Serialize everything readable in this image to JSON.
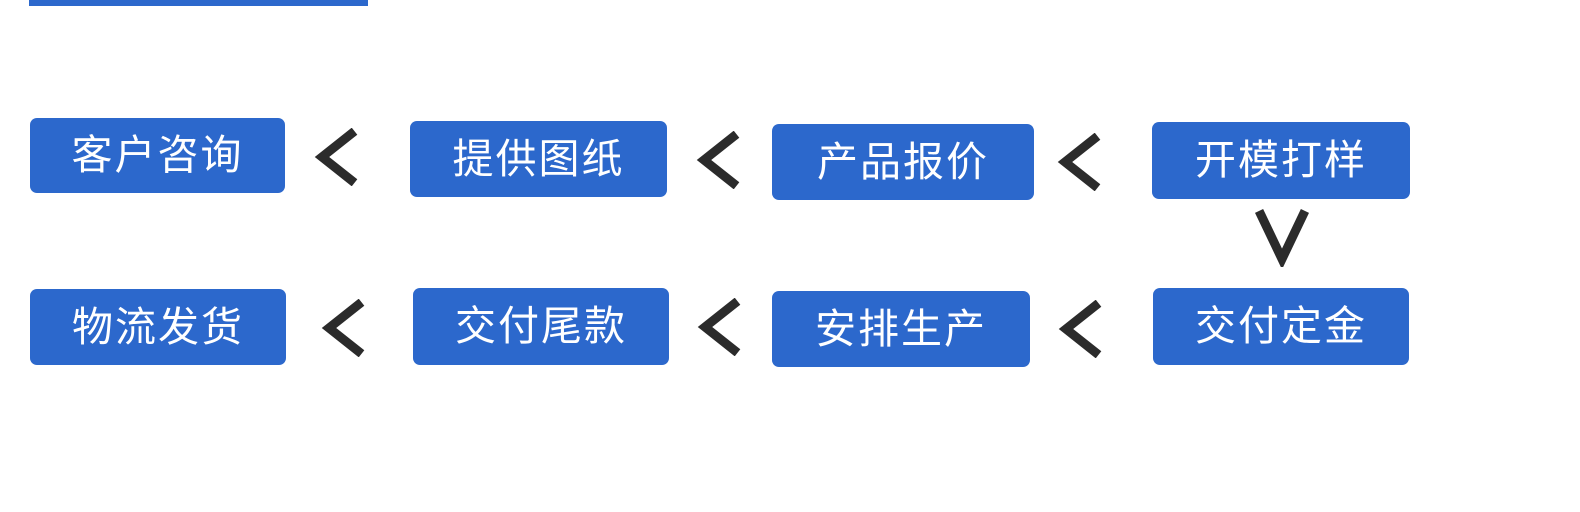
{
  "theme": {
    "accent_color": "#2c68cc",
    "button_bg": "#2c68cc",
    "button_text_color": "#ffffff",
    "connector_color": "#2b2b2b",
    "page_bg": "#ffffff"
  },
  "accent_bar": {
    "name": "top-accent-bar"
  },
  "flow": {
    "title": "",
    "row1": [
      {
        "id": "step-1",
        "label": "客户咨询"
      },
      {
        "id": "step-2",
        "label": "提供图纸"
      },
      {
        "id": "step-3",
        "label": "产品报价"
      },
      {
        "id": "step-4",
        "label": "开模打样"
      }
    ],
    "row2": [
      {
        "id": "step-5",
        "label": "物流发货"
      },
      {
        "id": "step-6",
        "label": "交付尾款"
      },
      {
        "id": "step-7",
        "label": "安排生产"
      },
      {
        "id": "step-8",
        "label": "交付定金"
      }
    ],
    "connectors": [
      {
        "id": "chev-1",
        "icon": "chevron-left-icon",
        "direction": "left"
      },
      {
        "id": "chev-2",
        "icon": "chevron-left-icon",
        "direction": "left"
      },
      {
        "id": "chev-3",
        "icon": "chevron-left-icon",
        "direction": "left"
      },
      {
        "id": "chev-v",
        "icon": "chevron-down-icon",
        "direction": "down"
      },
      {
        "id": "chev-4",
        "icon": "chevron-left-icon",
        "direction": "left"
      },
      {
        "id": "chev-5",
        "icon": "chevron-left-icon",
        "direction": "left"
      },
      {
        "id": "chev-6",
        "icon": "chevron-left-icon",
        "direction": "left"
      }
    ],
    "order": [
      "客户咨询",
      "提供图纸",
      "产品报价",
      "开模打样",
      "交付定金",
      "安排生产",
      "交付尾款",
      "物流发货"
    ]
  }
}
